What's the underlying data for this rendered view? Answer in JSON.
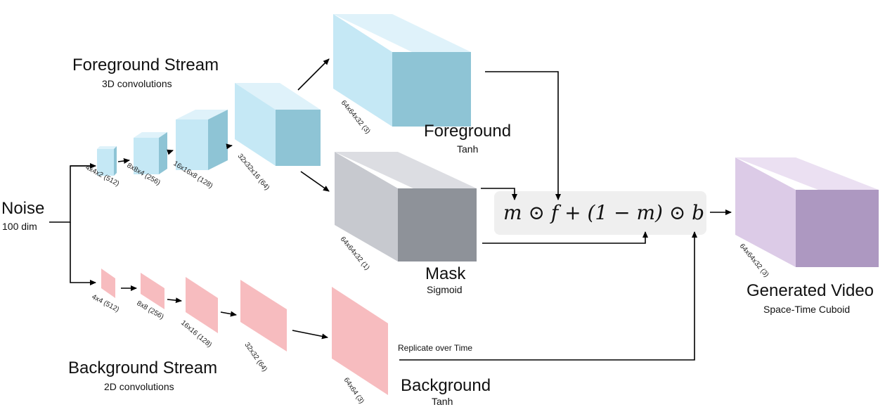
{
  "noise": {
    "title": "Noise",
    "subtitle": "100 dim"
  },
  "foreground_stream": {
    "title": "Foreground  Stream",
    "subtitle": "3D convolutions",
    "layers": [
      "4x4x2 (512)",
      "8x8x4 (256)",
      "16x16x8 (128)",
      "32x32x16 (64)"
    ]
  },
  "background_stream": {
    "title": "Background  Stream",
    "subtitle": "2D convolutions",
    "layers": [
      "4x4 (512)",
      "8x8 (256)",
      "16x16 (128)",
      "32x32 (64)",
      "64x64 (3)"
    ]
  },
  "foreground": {
    "title": "Foreground",
    "activation": "Tanh",
    "dims": "64x64x32 (3)"
  },
  "mask": {
    "title": "Mask",
    "activation": "Sigmoid",
    "dims": "64x64x32 (1)"
  },
  "background": {
    "title": "Background",
    "activation": "Tanh",
    "replicate_label": "Replicate  over Time"
  },
  "formula": {
    "text": "m ⊙ f + (1 − m) ⊙ b"
  },
  "output": {
    "title": "Generated Video",
    "subtitle": "Space-Time Cuboid",
    "dims": "64x64x32 (3)"
  },
  "colors": {
    "foreground_front": "#c5e8f5",
    "foreground_side": "#8ec4d5",
    "foreground_top": "#dff2fa",
    "mask_front": "#c7c9cf",
    "mask_side": "#8e9299",
    "mask_top": "#dcdde2",
    "background_plane": "#f7bcbf",
    "output_front": "#dccbe7",
    "output_side": "#ad98c1",
    "output_top": "#ebe0f2",
    "formula_box": "#efefef"
  }
}
